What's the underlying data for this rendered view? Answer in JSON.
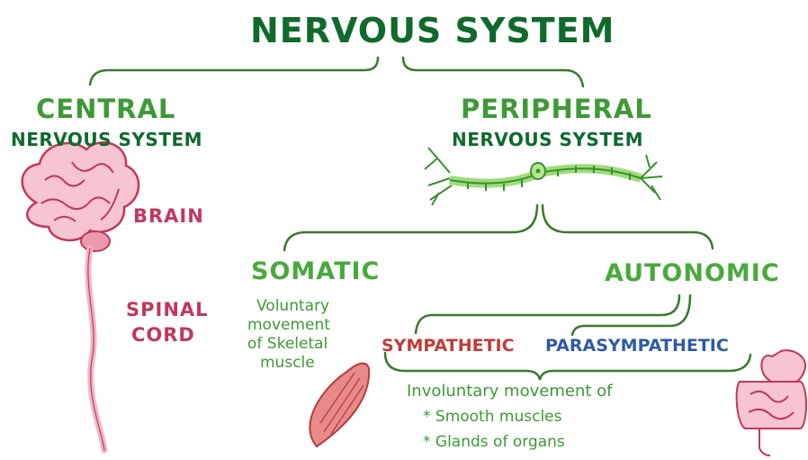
{
  "title": "NERVOUS SYSTEM",
  "central": {
    "title": "CENTRAL",
    "subtitle": "NERVOUS SYSTEM",
    "brain_label": "BRAIN",
    "spinal_cord_label_line1": "SPINAL",
    "spinal_cord_label_line2": "CORD"
  },
  "peripheral": {
    "title": "PERIPHERAL",
    "subtitle": "NERVOUS SYSTEM"
  },
  "somatic": {
    "title": "SOMATIC",
    "description": [
      "Voluntary",
      "movement",
      "of Skeletal",
      "muscle"
    ]
  },
  "autonomic": {
    "title": "AUTONOMIC",
    "sympathetic": "SYMPATHETIC",
    "parasympathetic": "PARASYMPATHETIC",
    "description": "Involuntary movement of",
    "bullets": [
      "* Smooth muscles",
      "* Glands of organs"
    ]
  },
  "colors": {
    "dark_green": "#0f6a2c",
    "mid_green": "#3e9a36",
    "brain_pink": "#c2385d",
    "sympathetic_red": "#c23a3a",
    "parasympathetic_blue": "#2f5aa5"
  }
}
